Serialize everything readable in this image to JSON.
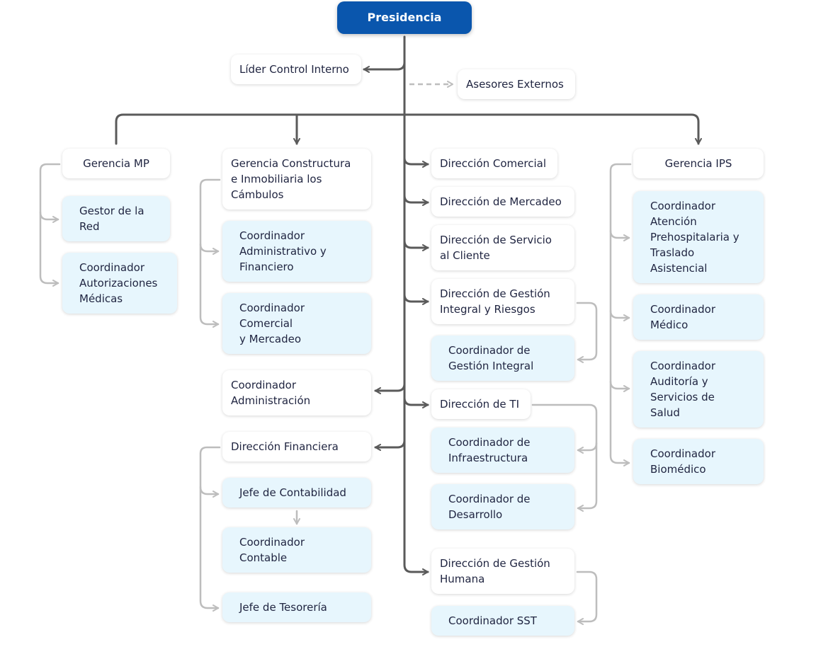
{
  "colors": {
    "top_box": "#0a56ad",
    "light_box": "#e7f6fd",
    "main_line": "#5a5a5a",
    "sub_line": "#bdbdbd"
  },
  "nodes": {
    "presidencia": "Presidencia",
    "lider_control": "Líder Control Interno",
    "asesores": "Asesores Externos",
    "gerencia_mp": "Gerencia MP",
    "gestor_red": "Gestor de la\nRed",
    "coord_autorizaciones": "Coordinador\nAutorizaciones\nMédicas",
    "gerencia_constructura": "Gerencia Constructura\ne Inmobiliaria los\nCámbulos",
    "coord_admin_fin": "Coordinador\nAdministrativo y\nFinanciero",
    "coord_comercial_mercadeo": "Coordinador\nComercial\ny Mercadeo",
    "coord_administracion": "Coordinador\nAdministración",
    "dir_financiera": "Dirección Financiera",
    "jefe_contabilidad": "Jefe de Contabilidad",
    "coord_contable": "Coordinador\nContable",
    "jefe_tesoreria": "Jefe de Tesorería",
    "dir_comercial": "Dirección Comercial",
    "dir_mercadeo": "Dirección de Mercadeo",
    "dir_servicio": "Dirección de Servicio\nal Cliente",
    "dir_gestion_integral": "Dirección de Gestión\nIntegral y Riesgos",
    "coord_gestion_integral": "Coordinador de\nGestión Integral",
    "dir_ti": "Dirección de TI",
    "coord_infra": "Coordinador de\nInfraestructura",
    "coord_desarrollo": "Coordinador de\nDesarrollo",
    "dir_gestion_humana": "Dirección de Gestión\nHumana",
    "coord_sst": "Coordinador SST",
    "gerencia_ips": "Gerencia IPS",
    "coord_aph": "Coordinador\nAtención\nPrehospitalaria y\nTraslado\nAsistencial",
    "coord_medico": "Coordinador\nMédico",
    "coord_auditoria": "Coordinador\nAuditoría y\nServicios de\nSalud",
    "coord_biomedico": "Coordinador\nBiomédico"
  }
}
